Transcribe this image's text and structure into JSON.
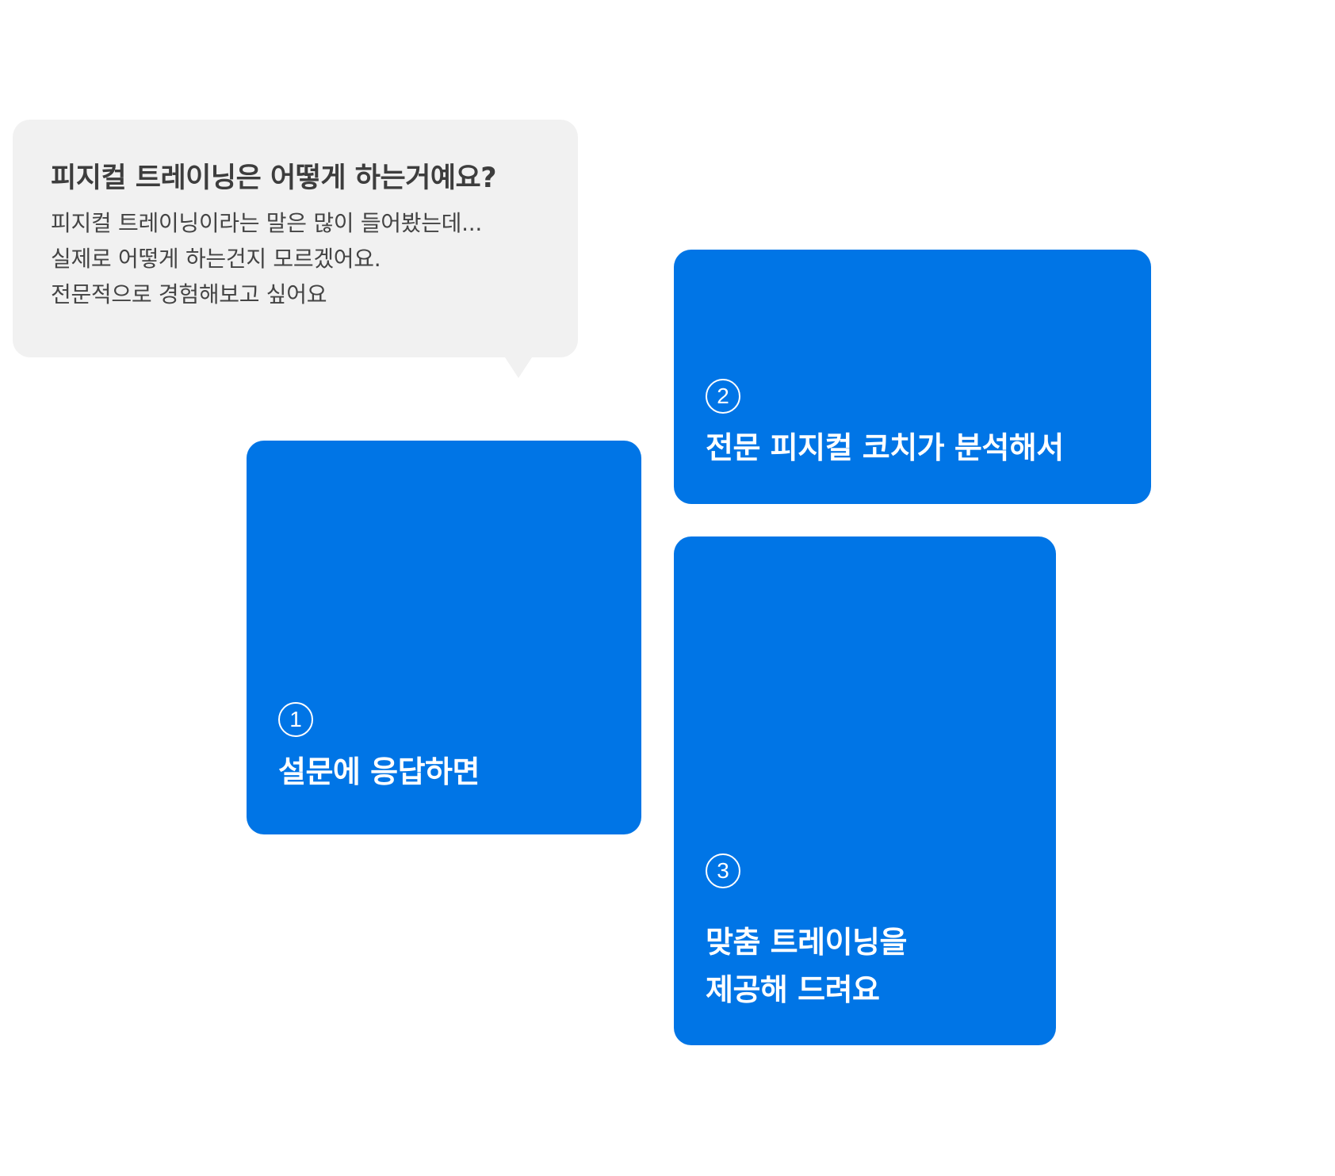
{
  "question_bubble": {
    "title": "피지컬 트레이닝은 어떻게 하는거예요?",
    "lines": [
      "피지컬 트레이닝이라는 말은 많이 들어봤는데...",
      "실제로 어떻게 하는건지 모르겠어요.",
      "전문적으로 경험해보고 싶어요"
    ]
  },
  "steps": [
    {
      "number": "1",
      "lines": [
        "설문에 응답하면"
      ]
    },
    {
      "number": "2",
      "lines": [
        "전문 피지컬 코치가 분석해서"
      ]
    },
    {
      "number": "3",
      "lines": [
        "맞춤 트레이닝을",
        "제공해 드려요"
      ]
    }
  ],
  "colors": {
    "card_background": "#0075e6",
    "bubble_background": "#f1f1f1",
    "text_on_card": "#ffffff"
  }
}
